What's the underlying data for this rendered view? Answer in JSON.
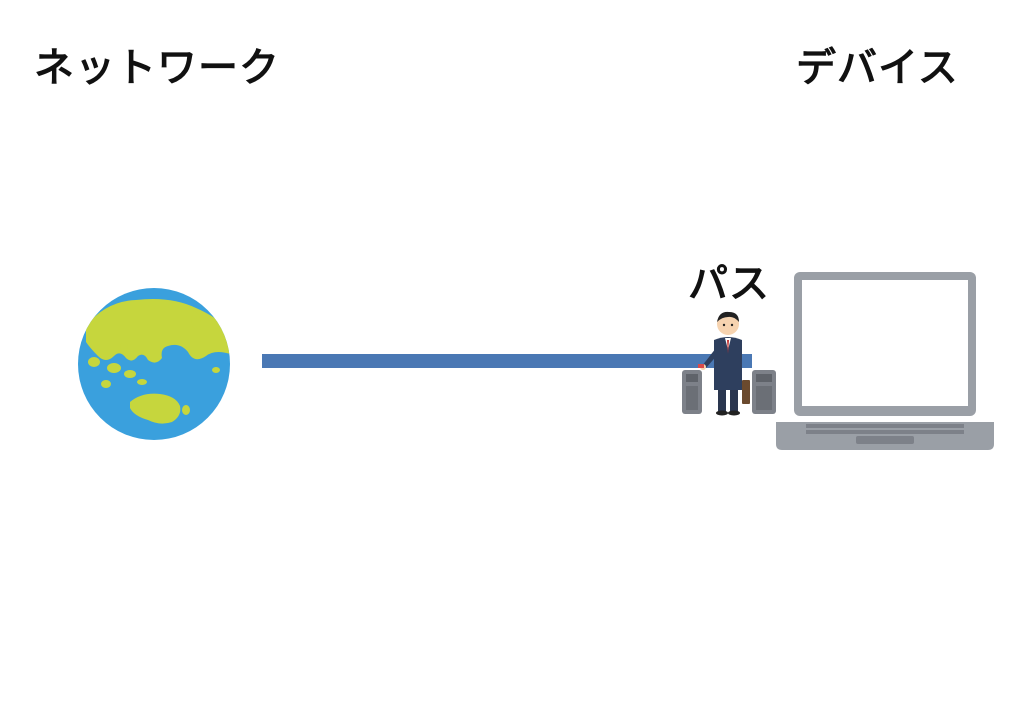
{
  "labels": {
    "network": "ネットワーク",
    "device": "デバイス",
    "path": "パス"
  },
  "colors": {
    "ocean": "#3aa0dd",
    "land": "#c6d63d",
    "line": "#4a78b4",
    "laptop_body": "#9a9fa6",
    "laptop_screen": "#ffffff",
    "gate": "#7d8189",
    "suit": "#2e3f5e",
    "text": "#111111"
  },
  "icons": {
    "globe": "globe-icon",
    "laptop": "laptop-icon",
    "gate": "ticket-gate-icon"
  }
}
